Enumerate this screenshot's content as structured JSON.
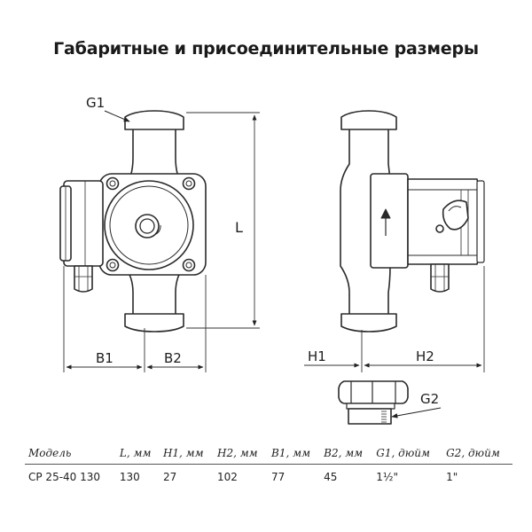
{
  "title": "Габаритные и присоединительные размеры",
  "labels": {
    "g1": "G1",
    "g2": "G2",
    "l": "L",
    "b1": "B1",
    "b2": "B2",
    "h1": "H1",
    "h2": "H2"
  },
  "table": {
    "headers": [
      "Модель",
      "L, мм",
      "H1, мм",
      "H2, мм",
      "B1, мм",
      "B2, мм",
      "G1, дюйм",
      "G2, дюйм"
    ],
    "rows": [
      [
        "CP 25-40 130",
        "130",
        "27",
        "102",
        "77",
        "45",
        "1½\"",
        "1\""
      ]
    ]
  }
}
